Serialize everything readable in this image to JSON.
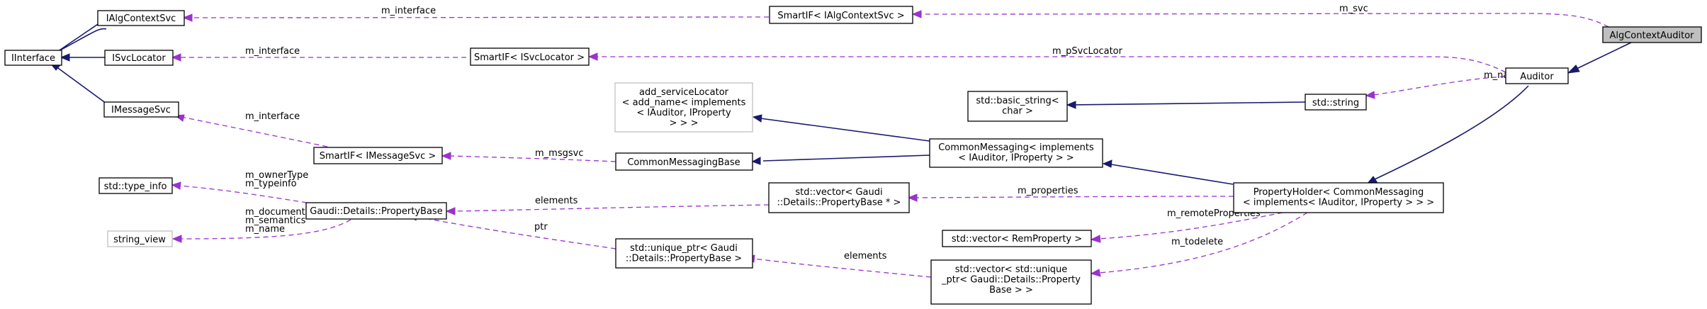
{
  "colors": {
    "inheritance_edge": "#191970",
    "usage_edge": "#9a32cd",
    "focus_fill": "#bfbfbf",
    "undocumented_border": "#bfbfbf"
  },
  "nodes": {
    "ialgcontextsvc": [
      "IAlgContextSvc"
    ],
    "iinterface": [
      "IInterface"
    ],
    "isvclocator": [
      "ISvcLocator"
    ],
    "imessagesvc": [
      "IMessageSvc"
    ],
    "smartif_algcontext": [
      "SmartIF< IAlgContextSvc >"
    ],
    "smartif_svclocator": [
      "SmartIF< ISvcLocator >"
    ],
    "smartif_messagesvc": [
      "SmartIF< IMessageSvc >"
    ],
    "algcontextauditor": [
      "AlgContextAuditor"
    ],
    "auditor": [
      "Auditor"
    ],
    "add_servicelocator": [
      "add_serviceLocator",
      "< add_name< implements",
      "< IAuditor, IProperty",
      "> > >"
    ],
    "basic_string": [
      "std::basic_string<",
      "char >"
    ],
    "std_string": [
      "std::string"
    ],
    "commonmessagingbase": [
      "CommonMessagingBase"
    ],
    "commonmessaging": [
      "CommonMessaging< implements",
      "< IAuditor, IProperty > >"
    ],
    "type_info": [
      "std::type_info"
    ],
    "propertybase": [
      "Gaudi::Details::PropertyBase"
    ],
    "string_view": [
      "string_view"
    ],
    "vector_propertybase": [
      "std::vector< Gaudi",
      "::Details::PropertyBase * >"
    ],
    "propertyholder": [
      "PropertyHolder< CommonMessaging",
      "< implements< IAuditor, IProperty > > >"
    ],
    "vector_remproperty": [
      "std::vector< RemProperty >"
    ],
    "unique_ptr": [
      "std::unique_ptr< Gaudi",
      "::Details::PropertyBase >"
    ],
    "vector_unique_ptr": [
      "std::vector< std::unique",
      "_ptr< Gaudi::Details::Property",
      "Base > >"
    ]
  },
  "edge_labels": {
    "m_interface_algcontext": [
      "m_interface"
    ],
    "m_svc": [
      "m_svc"
    ],
    "m_interface_svclocator": [
      "m_interface"
    ],
    "m_psvclocator": [
      "m_pSvcLocator"
    ],
    "m_name": [
      "m_name"
    ],
    "m_interface_messagesvc": [
      "m_interface"
    ],
    "m_msgsvc": [
      "m_msgsvc"
    ],
    "m_ownertype": [
      "m_ownerType",
      "m_typeinfo"
    ],
    "m_documentation": [
      "m_documentation",
      "m_semantics",
      "m_name"
    ],
    "elements_propertybase": [
      "elements"
    ],
    "m_properties": [
      "m_properties"
    ],
    "m_remoteproperties": [
      "m_remoteProperties"
    ],
    "m_todelete": [
      "m_todelete"
    ],
    "ptr": [
      "ptr"
    ],
    "elements_unique": [
      "elements"
    ]
  }
}
